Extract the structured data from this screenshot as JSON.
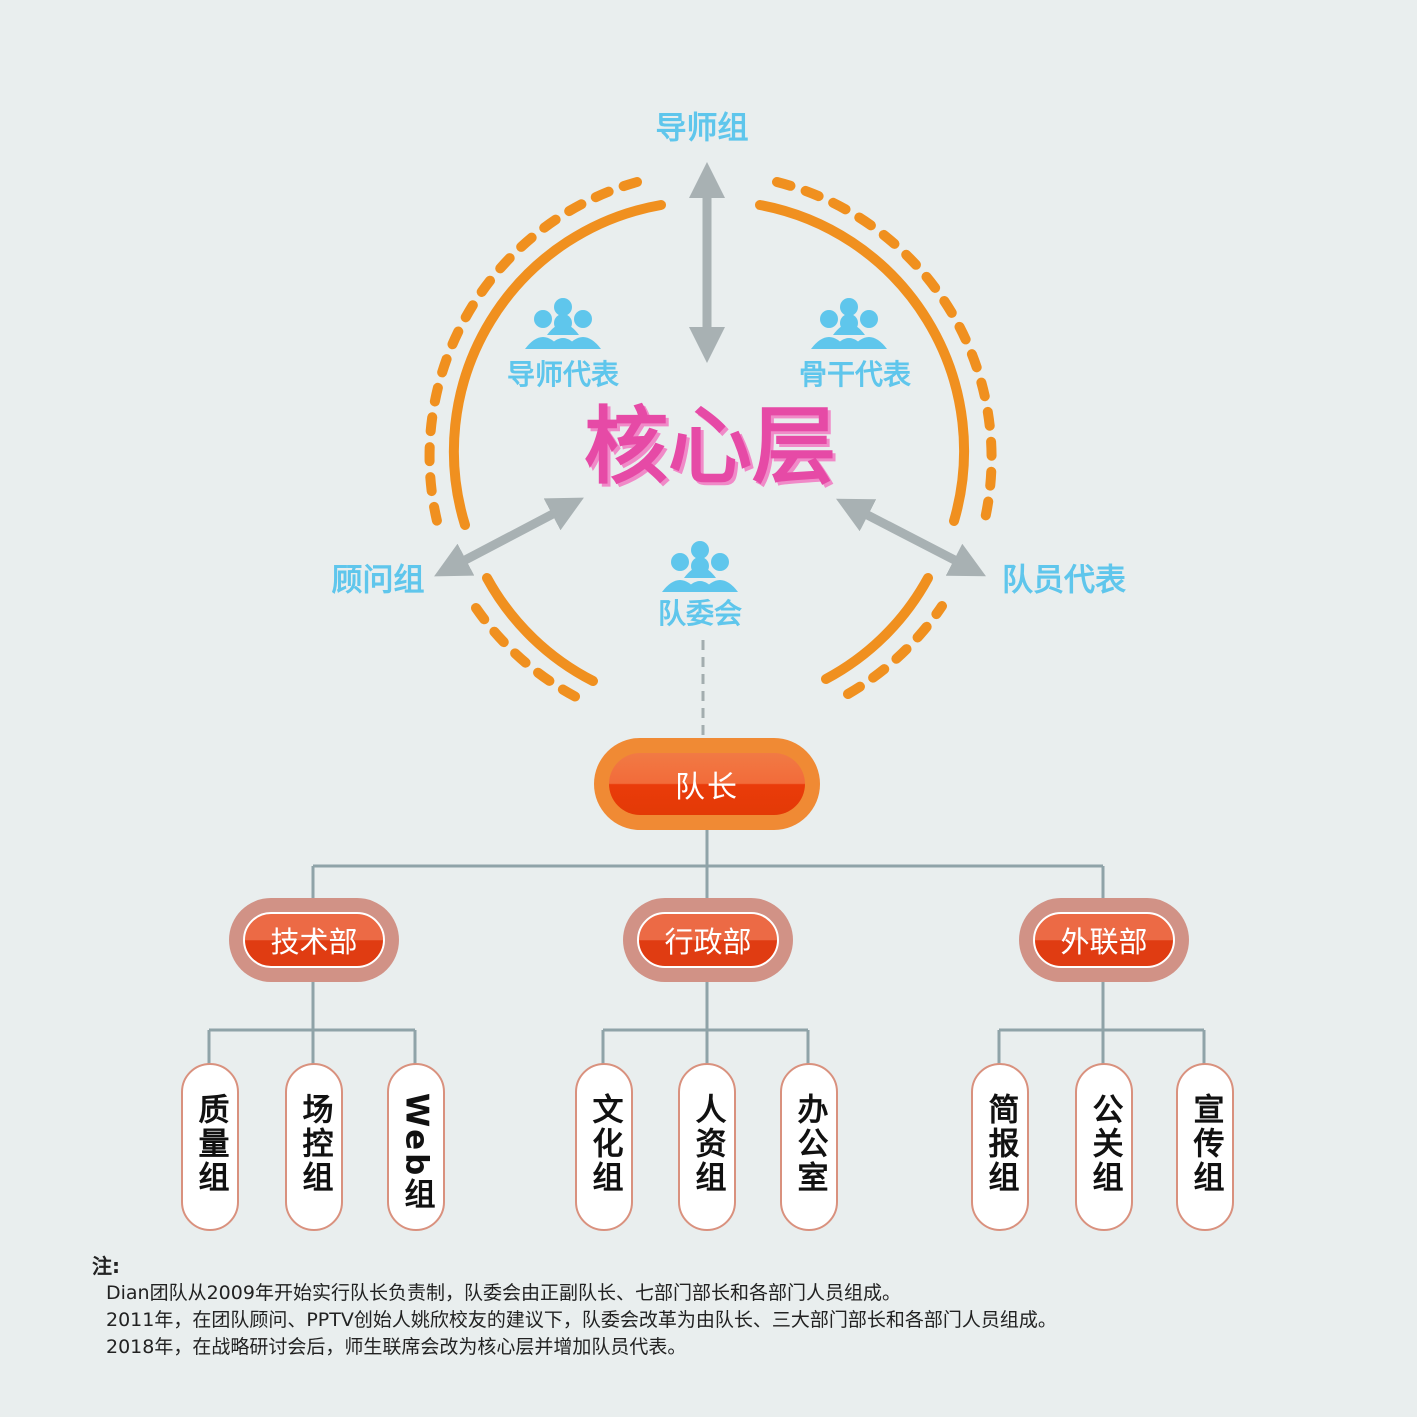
{
  "core": {
    "title": "核心层",
    "top_group": "导师组",
    "left_group": "顾问组",
    "right_group": "队员代表",
    "reps": [
      "导师代表",
      "骨干代表",
      "队委会"
    ],
    "icons": [
      "people-group-icon",
      "people-group-icon",
      "people-group-icon"
    ]
  },
  "org": {
    "captain": "队长",
    "departments": [
      {
        "name": "技术部",
        "groups": [
          "质量组",
          "场控组",
          "Web组"
        ]
      },
      {
        "name": "行政部",
        "groups": [
          "文化组",
          "人资组",
          "办公室"
        ]
      },
      {
        "name": "外联部",
        "groups": [
          "简报组",
          "公关组",
          "宣传组"
        ]
      }
    ]
  },
  "notes": {
    "title": "注:",
    "lines": [
      "Dian团队从2009年开始实行队长负责制，队委会由正副队长、七部门部长和各部门人员组成。",
      "2011年，在团队顾问、PPTV创始人姚欣校友的建议下，队委会改革为由队长、三大部门部长和各部门人员组成。",
      "2018年，在战略研讨会后，师生联席会改为核心层并增加队员代表。"
    ]
  },
  "colors": {
    "background": "#e9eeee",
    "arc": "#f0901f",
    "arrow": "#a8b1b3",
    "label_blue": "#5fc6ec",
    "core_pink": "#e64aa6",
    "connector": "#8fa3a8"
  }
}
